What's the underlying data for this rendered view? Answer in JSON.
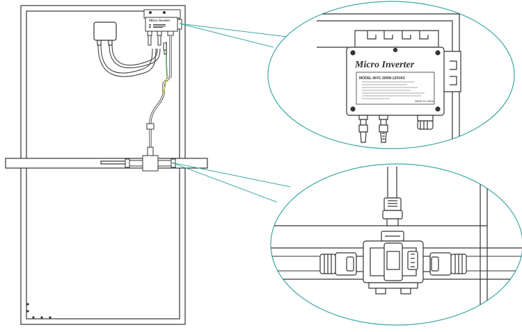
{
  "diagram": {
    "inverter_brand_label": "Micro Inverter",
    "inverter_small_label": "Micro Inverter",
    "nameplate_model": "MODEL:WVC-300W-120VAC",
    "nameplate_footer": "MADE IN CHINA",
    "colors": {
      "line": "#333333",
      "callout": "#3aa7a3",
      "ground_wire": "#c9c64a",
      "ground_wire_green": "#4aa65a"
    }
  }
}
